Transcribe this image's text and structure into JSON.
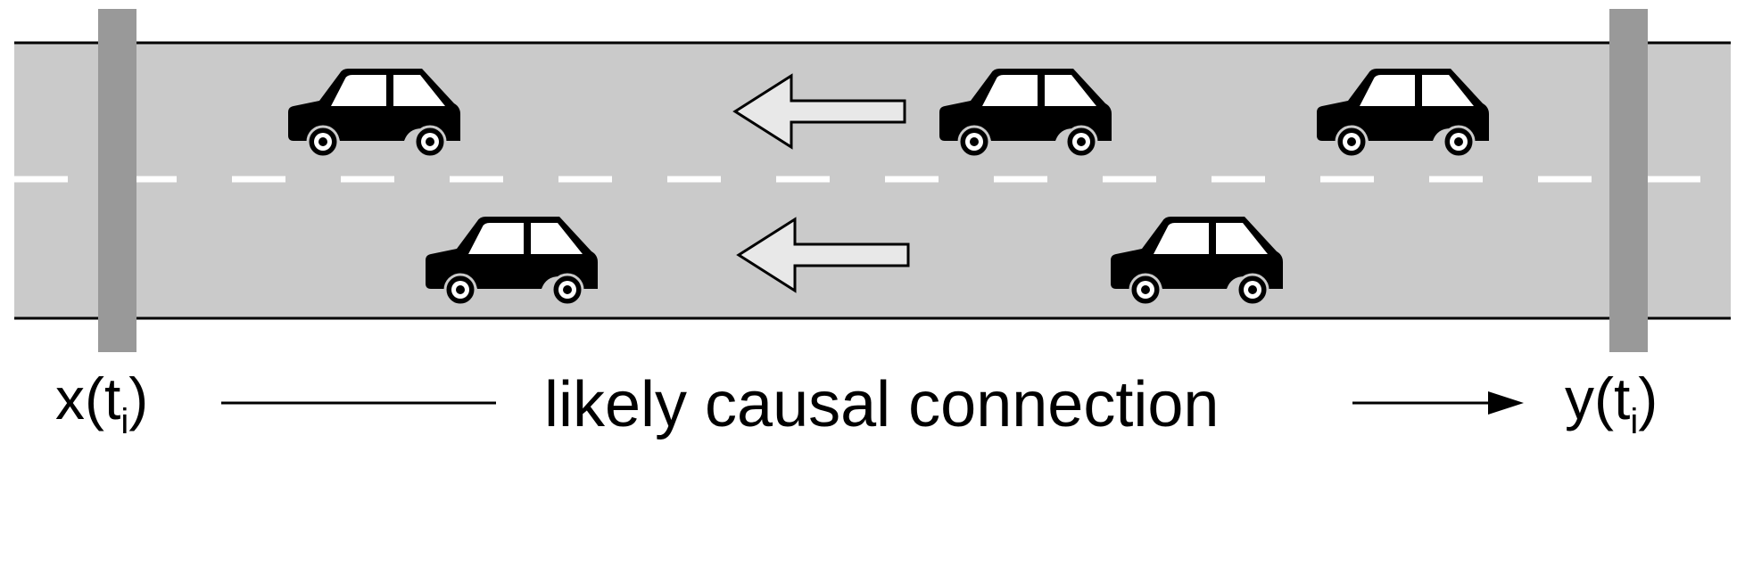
{
  "labels": {
    "left_sensor": "x(t",
    "left_sub": "i",
    "right_sensor": "y(t",
    "right_sub": "i",
    "close_paren": ")",
    "connection": "likely causal connection"
  },
  "colors": {
    "road": "#cacaca",
    "road_edge": "#000000",
    "lane_marking": "#ffffff",
    "sensor_bar": "#999999",
    "car": "#000000",
    "arrow_fill": "#e8e8e8",
    "arrow_stroke": "#000000"
  },
  "icons": {
    "car": "car-icon",
    "direction_arrow": "left-arrow-icon",
    "connection_arrow": "right-arrow-icon"
  }
}
